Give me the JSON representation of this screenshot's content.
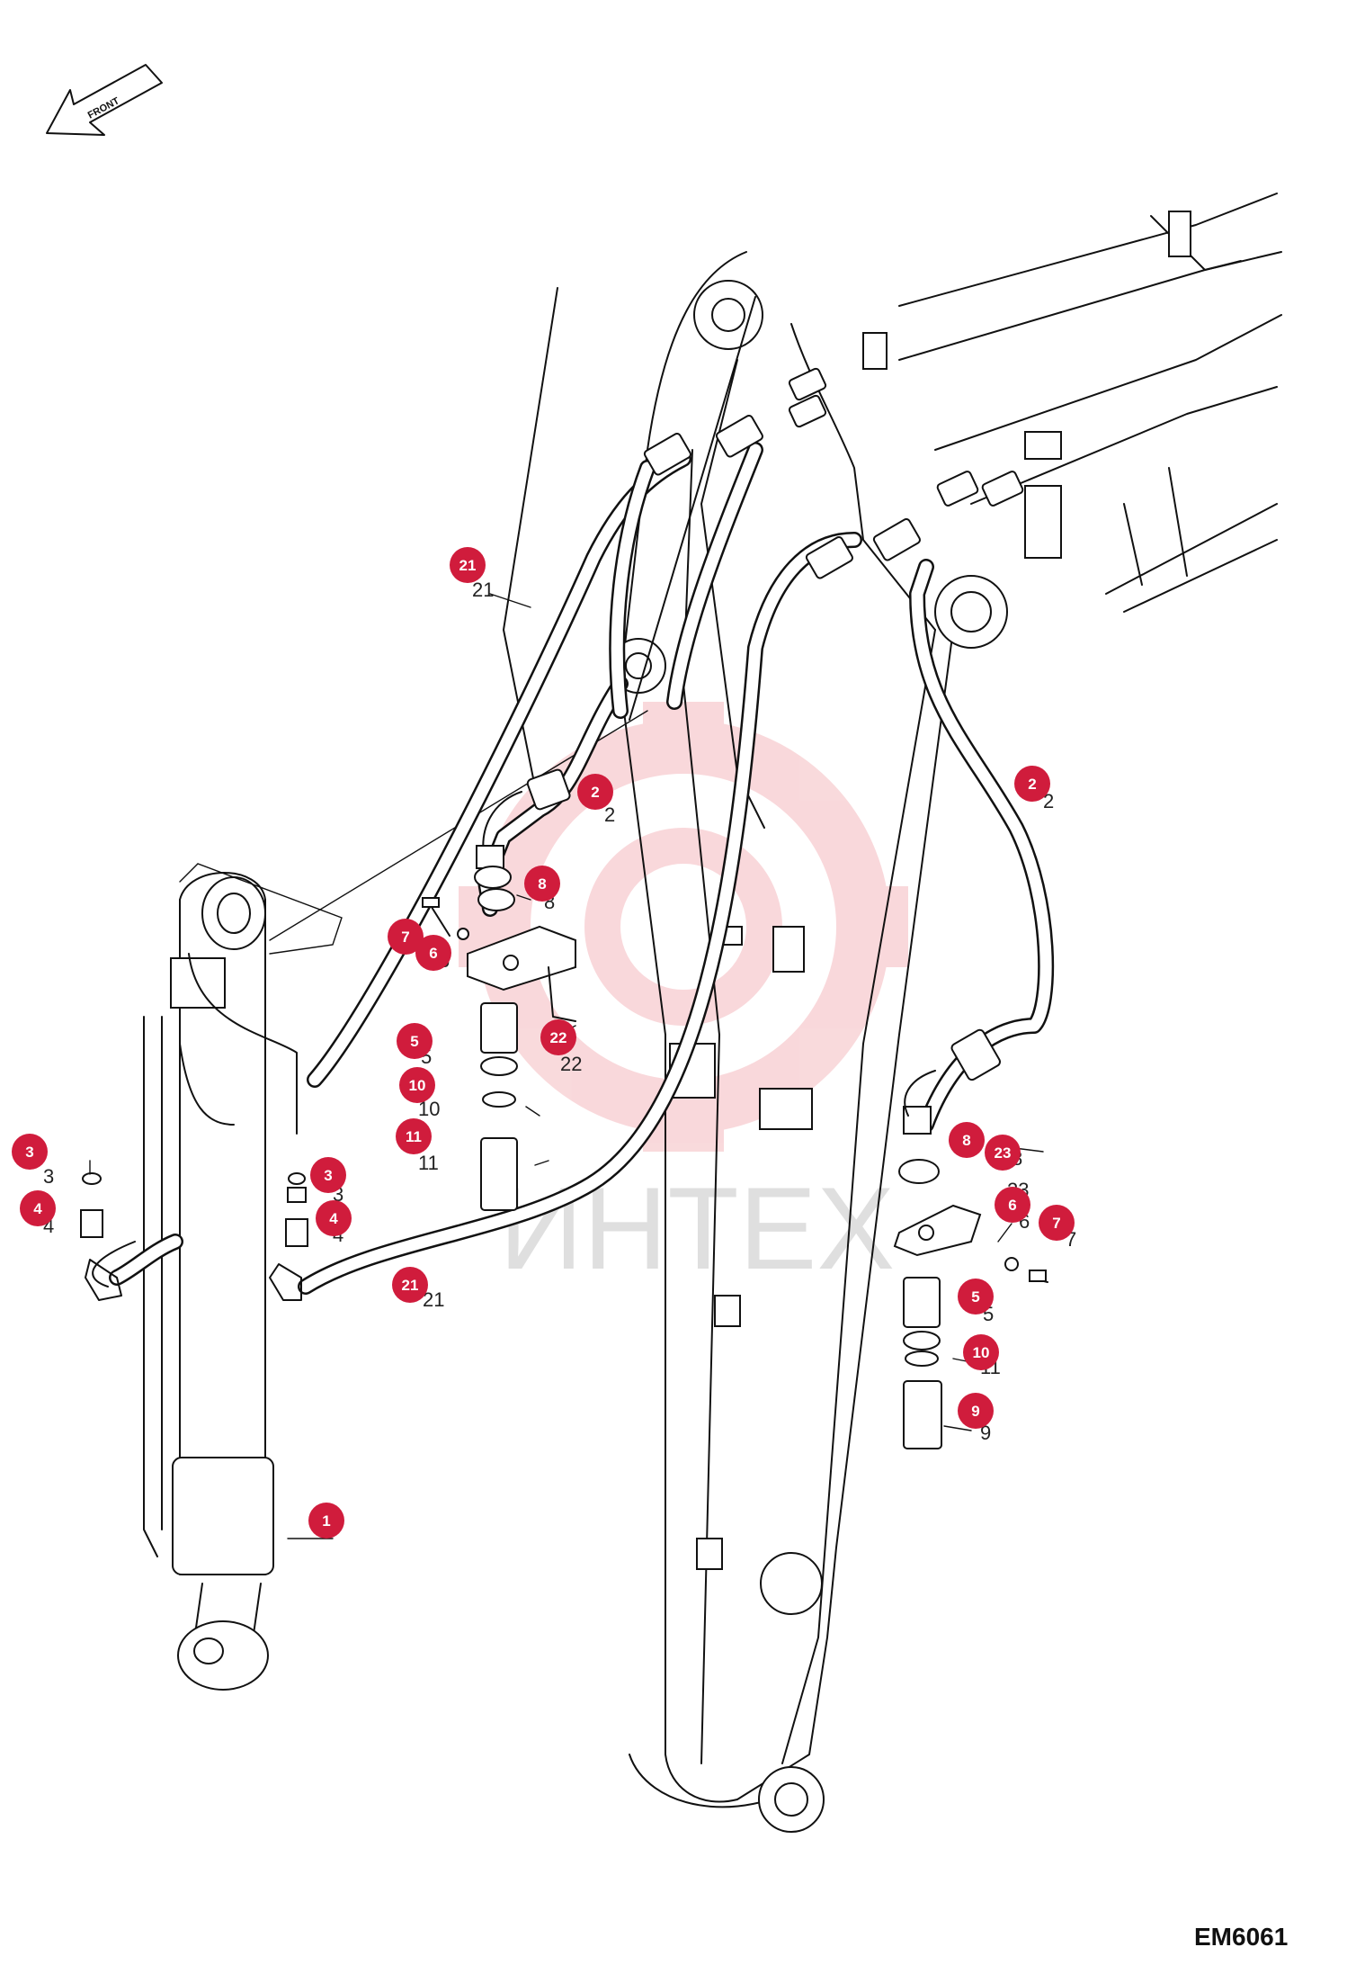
{
  "diagram": {
    "drawing_code": "EM6061",
    "front_label": "FRONT",
    "watermark_text": "ИНТЕХ",
    "accent_color": "#d01c3c",
    "callouts": [
      {
        "id": "c1",
        "label": "1"
      },
      {
        "id": "c2a",
        "label": "2"
      },
      {
        "id": "c2b",
        "label": "2"
      },
      {
        "id": "c3a",
        "label": "3"
      },
      {
        "id": "c3b",
        "label": "3"
      },
      {
        "id": "c4a",
        "label": "4"
      },
      {
        "id": "c4b",
        "label": "4"
      },
      {
        "id": "c5a",
        "label": "5"
      },
      {
        "id": "c5b",
        "label": "5"
      },
      {
        "id": "c6a",
        "label": "6"
      },
      {
        "id": "c6b",
        "label": "6"
      },
      {
        "id": "c7a",
        "label": "7"
      },
      {
        "id": "c7b",
        "label": "7"
      },
      {
        "id": "c8a",
        "label": "8"
      },
      {
        "id": "c8b",
        "label": "8"
      },
      {
        "id": "c9",
        "label": "9"
      },
      {
        "id": "c10a",
        "label": "10"
      },
      {
        "id": "c10b",
        "label": "10"
      },
      {
        "id": "c11",
        "label": "11"
      },
      {
        "id": "c21a",
        "label": "21"
      },
      {
        "id": "c21b",
        "label": "21"
      },
      {
        "id": "c22",
        "label": "22"
      },
      {
        "id": "c23",
        "label": "23"
      }
    ]
  }
}
